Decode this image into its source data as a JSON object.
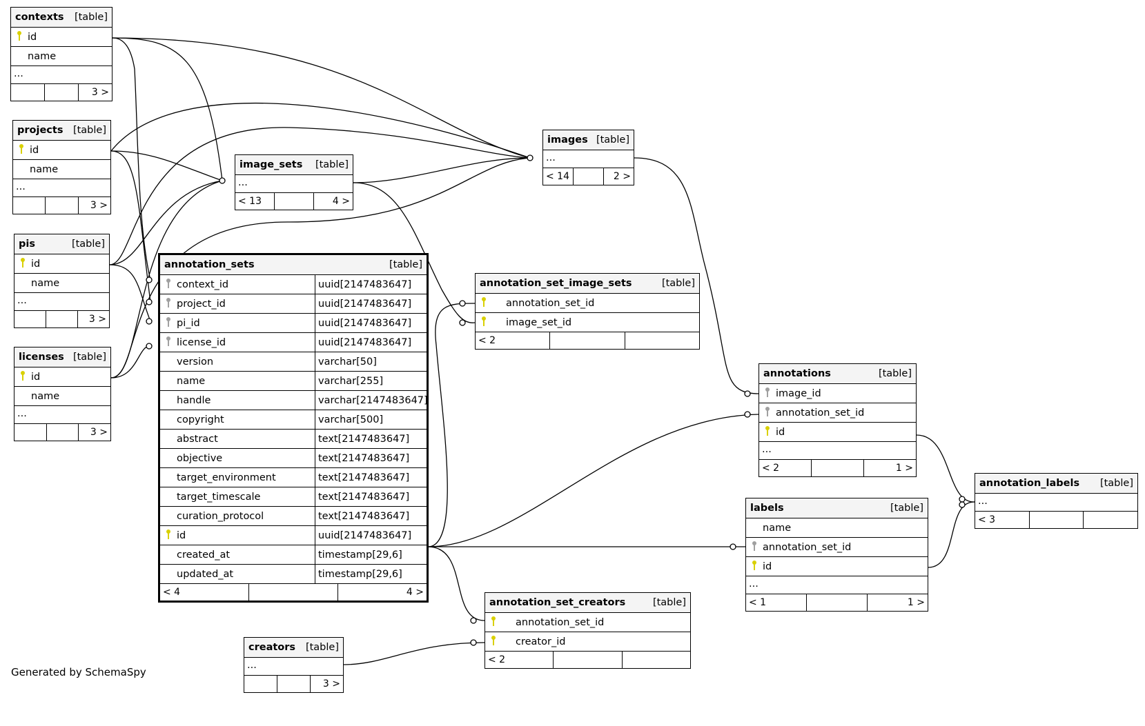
{
  "footer_text": "Generated by SchemaSpy",
  "colors": {
    "primary_key": "#d9d000",
    "foreign_key": "#a0a0a0",
    "header_bg": "#f4f4f4",
    "line": "#000000"
  },
  "tables": {
    "contexts": {
      "name": "contexts",
      "kind": "[table]",
      "columns": [
        "id",
        "name"
      ],
      "ellipsis": "...",
      "footer": [
        "",
        "",
        "3 >"
      ]
    },
    "projects": {
      "name": "projects",
      "kind": "[table]",
      "columns": [
        "id",
        "name"
      ],
      "ellipsis": "...",
      "footer": [
        "",
        "",
        "3 >"
      ]
    },
    "pis": {
      "name": "pis",
      "kind": "[table]",
      "columns": [
        "id",
        "name"
      ],
      "ellipsis": "...",
      "footer": [
        "",
        "",
        "3 >"
      ]
    },
    "licenses": {
      "name": "licenses",
      "kind": "[table]",
      "columns": [
        "id",
        "name"
      ],
      "ellipsis": "...",
      "footer": [
        "",
        "",
        "3 >"
      ]
    },
    "image_sets": {
      "name": "image_sets",
      "kind": "[table]",
      "ellipsis": "...",
      "footer": [
        "< 13",
        "",
        "4 >"
      ]
    },
    "images": {
      "name": "images",
      "kind": "[table]",
      "ellipsis": "...",
      "footer": [
        "< 14",
        "",
        "2 >"
      ]
    },
    "annotation_sets": {
      "name": "annotation_sets",
      "kind": "[table]",
      "columns": [
        {
          "name": "context_id",
          "type": "uuid[2147483647]"
        },
        {
          "name": "project_id",
          "type": "uuid[2147483647]"
        },
        {
          "name": "pi_id",
          "type": "uuid[2147483647]"
        },
        {
          "name": "license_id",
          "type": "uuid[2147483647]"
        },
        {
          "name": "version",
          "type": "varchar[50]"
        },
        {
          "name": "name",
          "type": "varchar[255]"
        },
        {
          "name": "handle",
          "type": "varchar[2147483647]"
        },
        {
          "name": "copyright",
          "type": "varchar[500]"
        },
        {
          "name": "abstract",
          "type": "text[2147483647]"
        },
        {
          "name": "objective",
          "type": "text[2147483647]"
        },
        {
          "name": "target_environment",
          "type": "text[2147483647]"
        },
        {
          "name": "target_timescale",
          "type": "text[2147483647]"
        },
        {
          "name": "curation_protocol",
          "type": "text[2147483647]"
        },
        {
          "name": "id",
          "type": "uuid[2147483647]"
        },
        {
          "name": "created_at",
          "type": "timestamp[29,6]"
        },
        {
          "name": "updated_at",
          "type": "timestamp[29,6]"
        }
      ],
      "footer": [
        "< 4",
        "",
        "4 >"
      ]
    },
    "annotation_set_image_sets": {
      "name": "annotation_set_image_sets",
      "kind": "[table]",
      "columns": [
        "annotation_set_id",
        "image_set_id"
      ],
      "footer": [
        "< 2",
        "",
        ""
      ]
    },
    "annotations": {
      "name": "annotations",
      "kind": "[table]",
      "columns": [
        "image_id",
        "annotation_set_id",
        "id"
      ],
      "ellipsis": "...",
      "footer": [
        "< 2",
        "",
        "1 >"
      ]
    },
    "annotation_labels": {
      "name": "annotation_labels",
      "kind": "[table]",
      "ellipsis": "...",
      "footer": [
        "< 3",
        "",
        ""
      ]
    },
    "labels": {
      "name": "labels",
      "kind": "[table]",
      "columns": [
        "name",
        "annotation_set_id",
        "id"
      ],
      "ellipsis": "...",
      "footer": [
        "< 1",
        "",
        "1 >"
      ]
    },
    "annotation_set_creators": {
      "name": "annotation_set_creators",
      "kind": "[table]",
      "columns": [
        "annotation_set_id",
        "creator_id"
      ],
      "footer": [
        "< 2",
        "",
        ""
      ]
    },
    "creators": {
      "name": "creators",
      "kind": "[table]",
      "ellipsis": "...",
      "footer": [
        "",
        "",
        "3 >"
      ]
    }
  }
}
